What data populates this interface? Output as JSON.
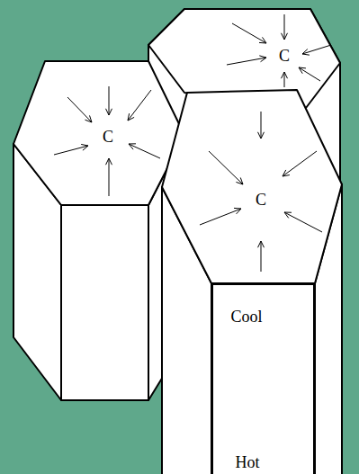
{
  "diagram": {
    "nodes": [
      {
        "text": [
          "C"
        ]
      },
      {
        "text": [
          "C"
        ]
      },
      {
        "text": [
          "C"
        ]
      },
      {
        "text": [
          "Cool",
          "Hot"
        ]
      }
    ]
  }
}
